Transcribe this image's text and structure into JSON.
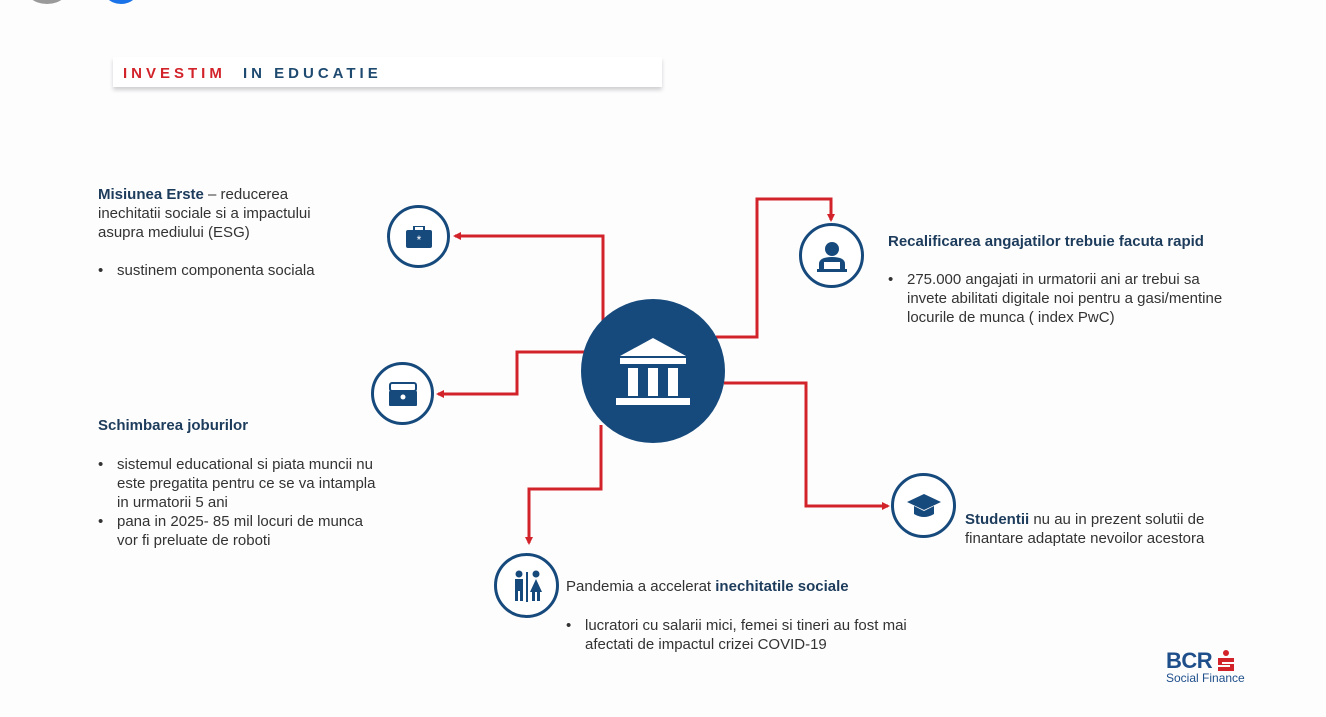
{
  "title": {
    "highlight": "INVESTIM",
    "rest": "IN EDUCATIE"
  },
  "center": {
    "icon": "bank-icon"
  },
  "blocks": {
    "mission": {
      "bold": "Misiunea Erste",
      "text": " – reducerea",
      "lines": [
        "inechitatii sociale  si a impactului",
        "asupra mediului (ESG)"
      ],
      "bullets": [
        "sustinem componenta sociala"
      ],
      "icon": "medical-briefcase-icon"
    },
    "jobs": {
      "bold": "Schimbarea joburilor",
      "bullets": [
        "sistemul educational si piata muncii nu este pregatita pentru ce se va intampla in urmatorii 5 ani",
        "pana in 2025- 85 mil locuri de munca vor fi preluate de roboti"
      ],
      "icon": "toolbox-icon"
    },
    "reskilling": {
      "bold": "Recalificarea angajatilor trebuie facuta rapid",
      "bullets": [
        "275.000 angajati in urmatorii ani ar trebui sa invete abilitati digitale noi pentru a gasi/mentine locurile de munca ( index PwC)"
      ],
      "icon": "worker-laptop-icon"
    },
    "students": {
      "bold": "Studentii",
      "text": " nu au in prezent solutii de finantare adaptate nevoilor acestora",
      "icon": "graduation-cap-icon"
    },
    "pandemic": {
      "text": "Pandemia a accelerat ",
      "bold": "inechitatile sociale",
      "bullets": [
        "lucratori cu salarii mici, femei si tineri au fost mai afectati de impactul crizei COVID-19"
      ],
      "icon": "people-icon"
    }
  },
  "logo": {
    "brand": "BCR",
    "sub": "Social Finance"
  },
  "colors": {
    "navy": "#174a7c",
    "red": "#d2232a"
  }
}
